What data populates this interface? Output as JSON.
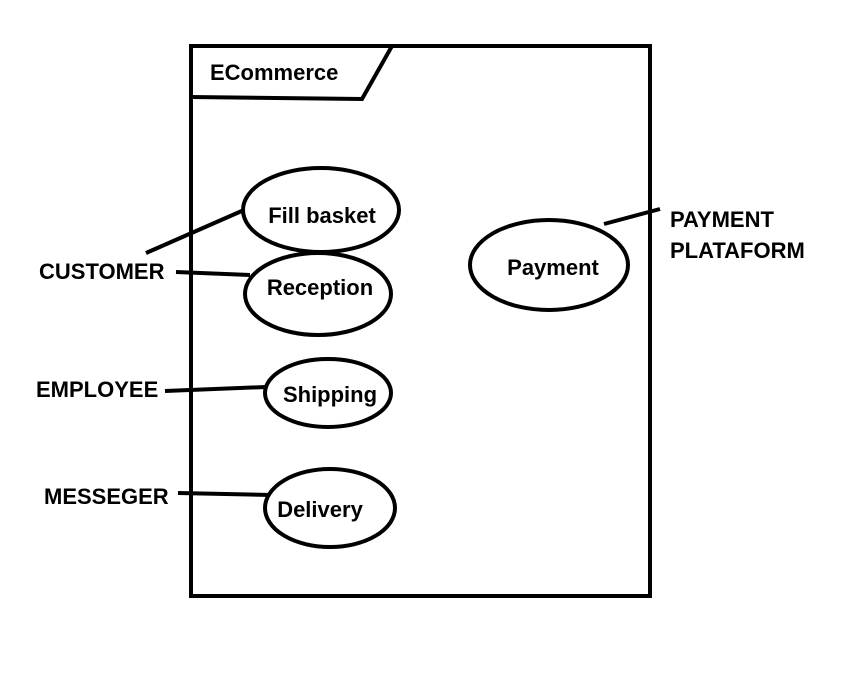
{
  "package": {
    "title": "ECommerce"
  },
  "use_cases": {
    "fill_basket": "Fill basket",
    "reception": "Reception",
    "shipping": "Shipping",
    "delivery": "Delivery",
    "payment": "Payment"
  },
  "actors": {
    "customer": "CUSTOMER",
    "employee": "EMPLOYEE",
    "messenger": "MESSEGER",
    "payment_platform_line1": "PAYMENT",
    "payment_platform_line2": "PLATAFORM"
  },
  "colors": {
    "stroke": "#000000",
    "background": "#ffffff"
  }
}
